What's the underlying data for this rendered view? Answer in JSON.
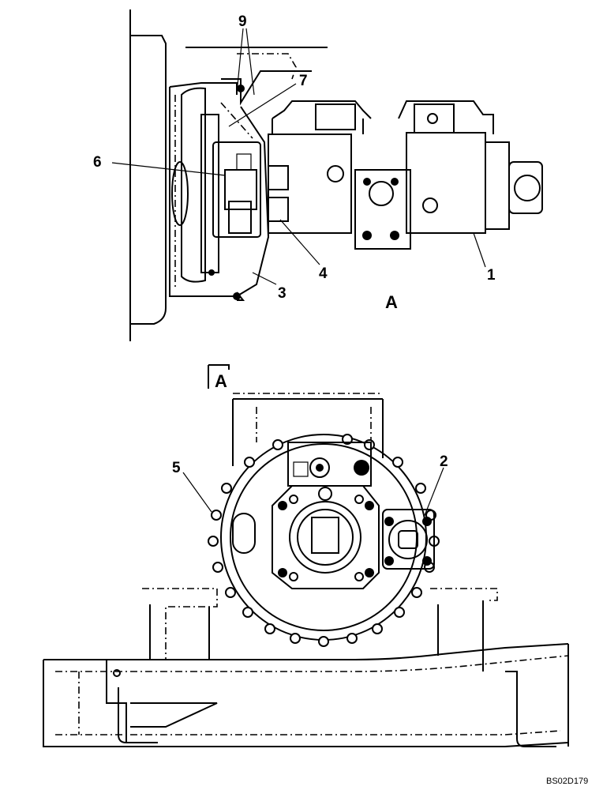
{
  "callouts": {
    "c1": "1",
    "c2": "2",
    "c3": "3",
    "c4": "4",
    "c5": "5",
    "c6": "6",
    "c7": "7",
    "c9": "9"
  },
  "view_label": "A",
  "section_marker": "A",
  "drawing_code": "BS02D179"
}
